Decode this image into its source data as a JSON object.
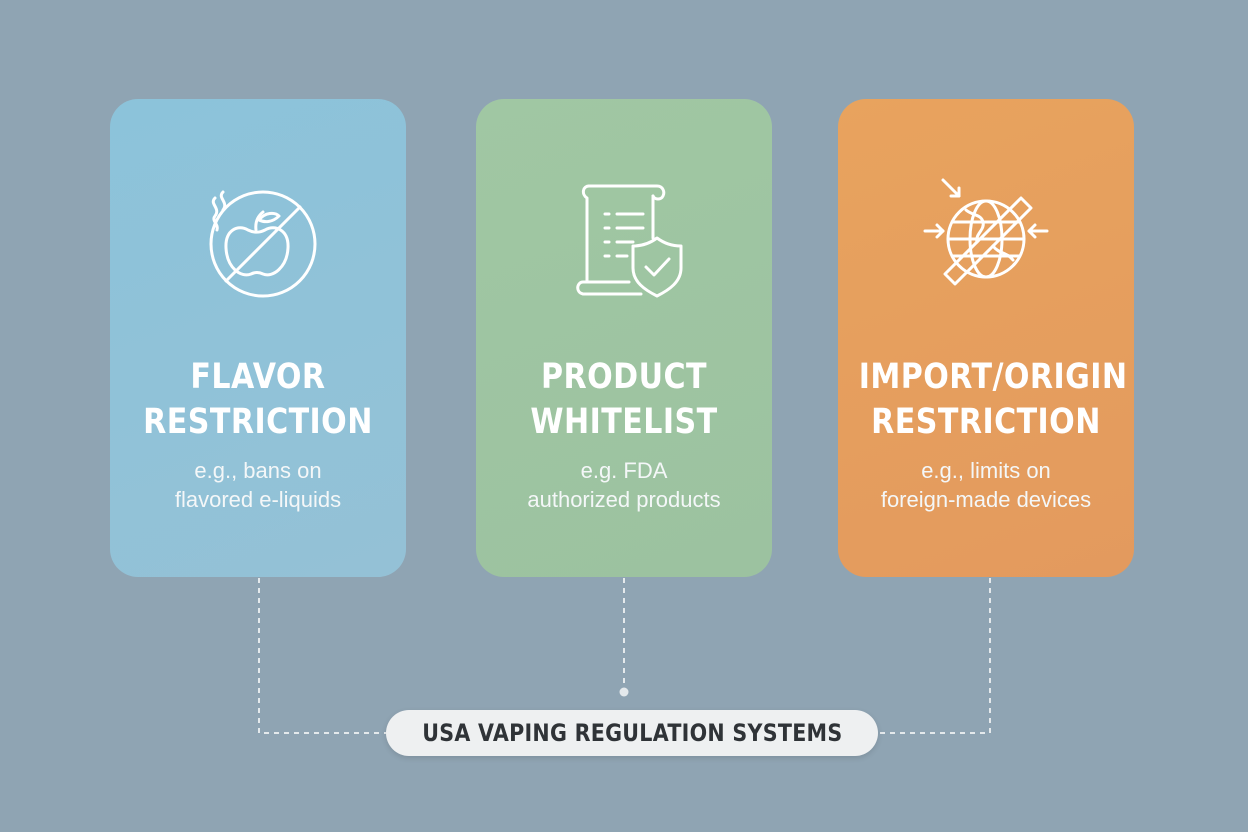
{
  "cards": [
    {
      "id": "flavor",
      "title_line1": "FLAVOR",
      "title_line2": "RESTRICTION",
      "desc_line1": "e.g., bans on",
      "desc_line2": "flavored e-liquids",
      "icon": "no-apple-flavor-icon",
      "color": "#8cc3da"
    },
    {
      "id": "whitelist",
      "title_line1": "PRODUCT",
      "title_line2": "WHITELIST",
      "desc_line1": "e.g. FDA",
      "desc_line2": "authorized products",
      "icon": "document-shield-check-icon",
      "color": "#a0c7a3"
    },
    {
      "id": "import",
      "title_line1": "IMPORT/ORIGIN",
      "title_line2": "RESTRICTION",
      "desc_line1": "e.g., limits on",
      "desc_line2": "foreign-made devices",
      "icon": "no-globe-import-icon",
      "color": "#e8a35e"
    }
  ],
  "hub": {
    "label": "USA VAPING REGULATION SYSTEMS"
  },
  "colors": {
    "background": "#8fa4b3",
    "hub_background": "#eef0f1",
    "connector": "#e4e9ec"
  }
}
